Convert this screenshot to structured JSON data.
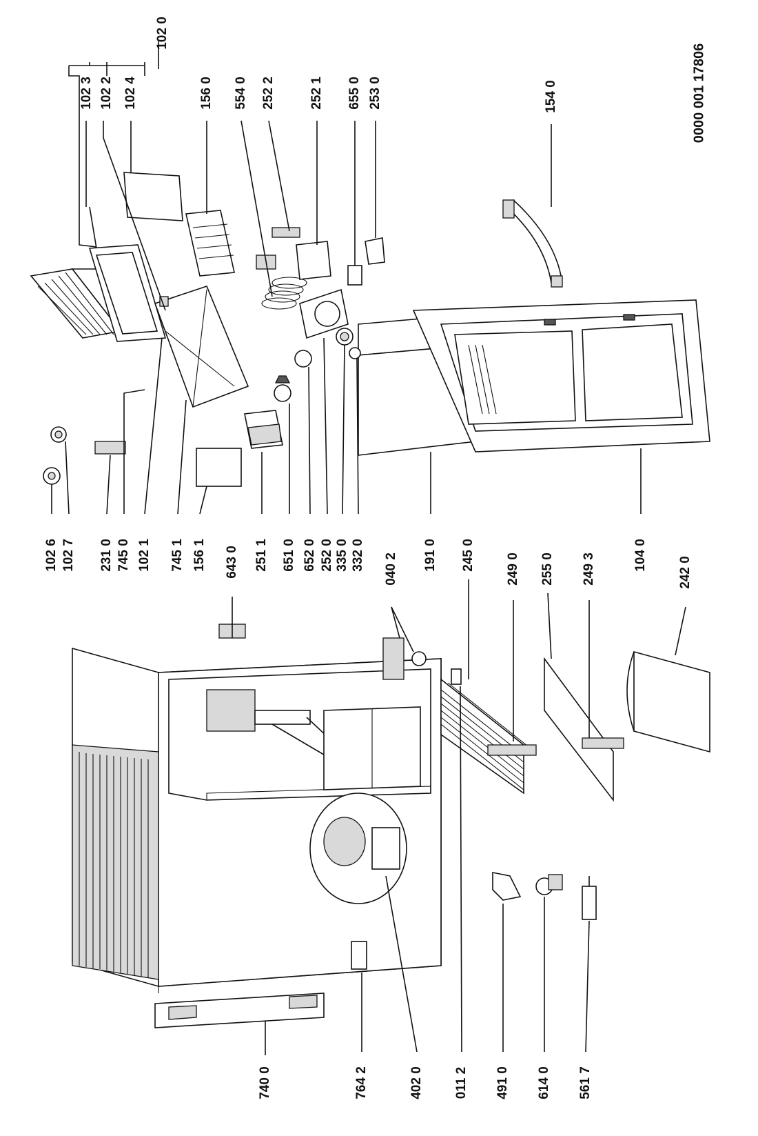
{
  "drawing_number": "0000 001 17806",
  "parts": [
    {
      "id": "p1020",
      "label": "102 0"
    },
    {
      "id": "p1023",
      "label": "102 3"
    },
    {
      "id": "p1022",
      "label": "102 2"
    },
    {
      "id": "p1024",
      "label": "102 4"
    },
    {
      "id": "p1560",
      "label": "156 0"
    },
    {
      "id": "p5540",
      "label": "554 0"
    },
    {
      "id": "p2522",
      "label": "252 2"
    },
    {
      "id": "p2521",
      "label": "252 1"
    },
    {
      "id": "p6550",
      "label": "655 0"
    },
    {
      "id": "p2530",
      "label": "253 0"
    },
    {
      "id": "p1540",
      "label": "154 0"
    },
    {
      "id": "p1026",
      "label": "102 6"
    },
    {
      "id": "p1027",
      "label": "102 7"
    },
    {
      "id": "p2310",
      "label": "231 0"
    },
    {
      "id": "p7450",
      "label": "745 0"
    },
    {
      "id": "p1021",
      "label": "102 1"
    },
    {
      "id": "p7451",
      "label": "745 1"
    },
    {
      "id": "p1561",
      "label": "156 1"
    },
    {
      "id": "p6430",
      "label": "643 0"
    },
    {
      "id": "p2511",
      "label": "251 1"
    },
    {
      "id": "p6510",
      "label": "651 0"
    },
    {
      "id": "p6520",
      "label": "652 0"
    },
    {
      "id": "p2520",
      "label": "252 0"
    },
    {
      "id": "p3350",
      "label": "335 0"
    },
    {
      "id": "p3320",
      "label": "332 0"
    },
    {
      "id": "p0402",
      "label": "040 2"
    },
    {
      "id": "p1910",
      "label": "191 0"
    },
    {
      "id": "p2450",
      "label": "245 0"
    },
    {
      "id": "p2490",
      "label": "249 0"
    },
    {
      "id": "p2550",
      "label": "255 0"
    },
    {
      "id": "p2493",
      "label": "249 3"
    },
    {
      "id": "p1040",
      "label": "104 0"
    },
    {
      "id": "p2420",
      "label": "242 0"
    },
    {
      "id": "p7400",
      "label": "740 0"
    },
    {
      "id": "p7642",
      "label": "764 2"
    },
    {
      "id": "p4020",
      "label": "402 0"
    },
    {
      "id": "p0112",
      "label": "011 2"
    },
    {
      "id": "p4910",
      "label": "491 0"
    },
    {
      "id": "p6140",
      "label": "614 0"
    },
    {
      "id": "p5617",
      "label": "561 7"
    }
  ]
}
